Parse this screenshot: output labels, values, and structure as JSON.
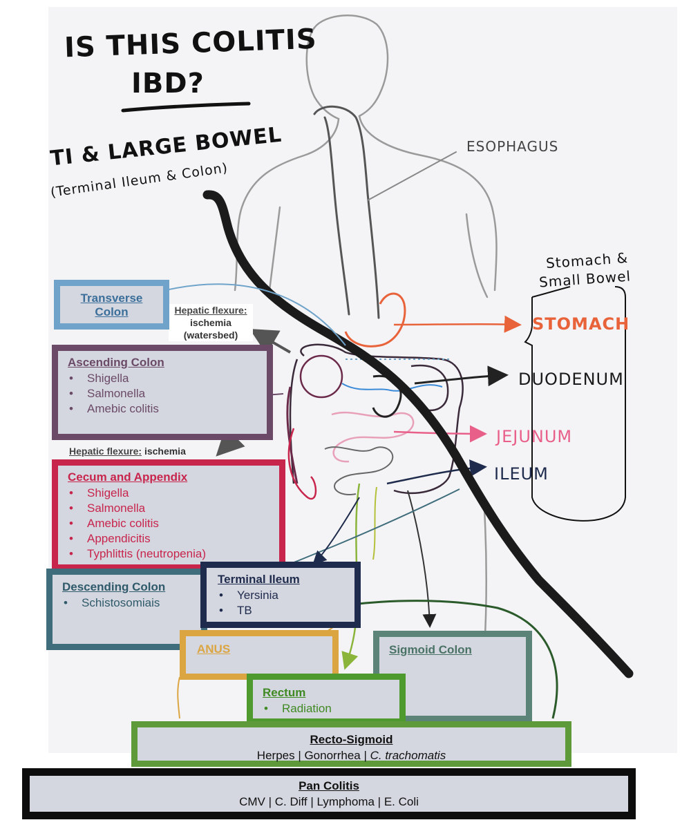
{
  "handwritten": {
    "question_line1": "IS THIS COLITIS",
    "question_line2": "IBD?",
    "section_title": "TI & LARGE BOWEL",
    "section_subtitle": "(Terminal Ileum & Colon)",
    "stomach_small_bowel_line1": "Stomach &",
    "stomach_small_bowel_line2": "Small Bowel"
  },
  "organ_labels": {
    "esophagus": "ESOPHAGUS",
    "stomach": "STOMACH",
    "duodenum": "DUODENUM",
    "jejunum": "JEJUNUM",
    "ileum": "ILEUM"
  },
  "notes": {
    "hepatic_top_title": "Hepatic flexure:",
    "hepatic_top_line2": "ischemia",
    "hepatic_top_line3": "(watersbed)",
    "hepatic_mid_title": "Hepatic flexure:",
    "hepatic_mid_text": "ischemia"
  },
  "boxes": {
    "transverse": {
      "title_line1": "Transverse",
      "title_line2": "Colon",
      "color": "#6fa3c9"
    },
    "ascending": {
      "title": "Ascending Colon",
      "items": [
        "Shigella",
        "Salmonella",
        "Amebic colitis"
      ],
      "color": "#6b4a67"
    },
    "cecum": {
      "title": "Cecum and Appendix",
      "items": [
        "Shigella",
        "Salmonella",
        "Amebic colitis",
        "Appendicitis",
        "Typhlittis  (neutropenia)"
      ],
      "color": "#c8254c"
    },
    "descending": {
      "title": "Descending Colon",
      "items": [
        "Schistosomiais"
      ],
      "color": "#3f6d7c"
    },
    "terminal_ileum": {
      "title": "Terminal Ileum",
      "items": [
        "Yersinia",
        "TB"
      ],
      "color": "#1f2b4c"
    },
    "anus": {
      "title": "ANUS",
      "color": "#dba542"
    },
    "sigmoid": {
      "title": "Sigmoid Colon",
      "color": "#5b8378"
    },
    "rectum": {
      "title": "Rectum",
      "items": [
        "Radiation"
      ],
      "color": "#4e9a2e"
    },
    "recto_sigmoid": {
      "title": "Recto-Sigmoid",
      "text_plain": "Herpes | Gonorrhea | ",
      "text_italic": "C. trachomatis",
      "color": "#5e9a3a"
    },
    "pan_colitis": {
      "title": "Pan Colitis",
      "text": "CMV | C. Diff | Lymphoma | E. Coli",
      "color": "#0d0d0d"
    }
  },
  "colors": {
    "stomach": "#e8623a",
    "duodenum": "#1a1a1a",
    "jejunum": "#e8608a",
    "ileum": "#1f2b4c",
    "esophagus": "#444444"
  }
}
